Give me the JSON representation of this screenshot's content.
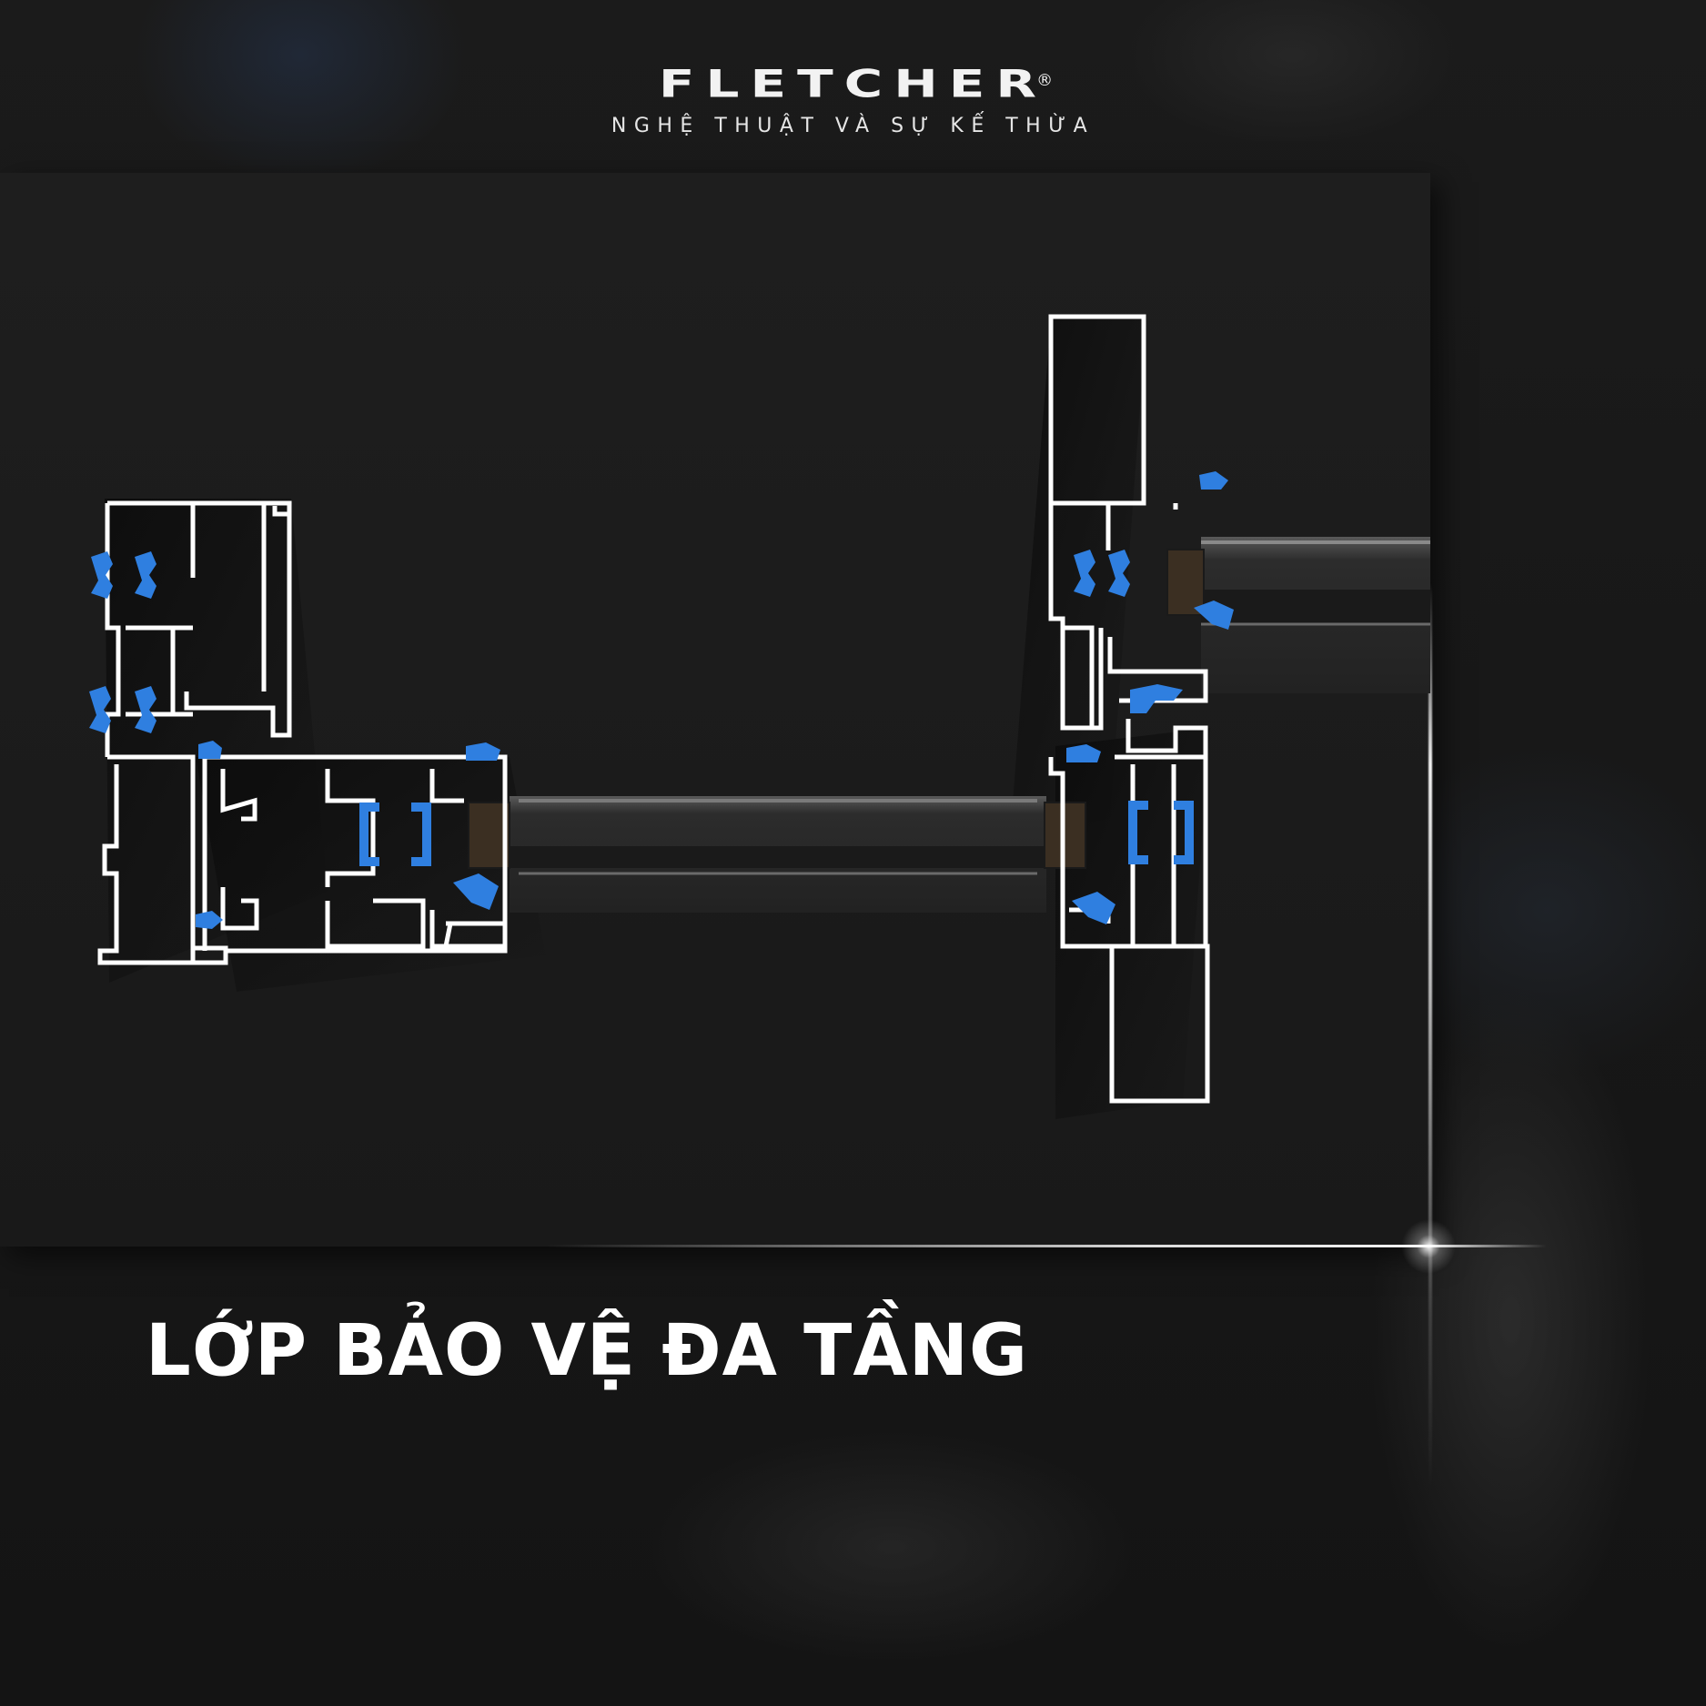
{
  "brand": {
    "name": "FLETCHER",
    "registered_mark": "®",
    "tagline": "NGHỆ THUẬT VÀ SỰ KẾ THỪA"
  },
  "headline": "LỚP BẢO VỆ ĐA TẦNG",
  "colors": {
    "background": "#151515",
    "profile_outline": "#ffffff",
    "gasket": "#2f7fe0",
    "glass": "#3a3a3a"
  },
  "illustration": {
    "subject": "window-frame-cross-section",
    "icon": "gasket-seal-icon"
  }
}
